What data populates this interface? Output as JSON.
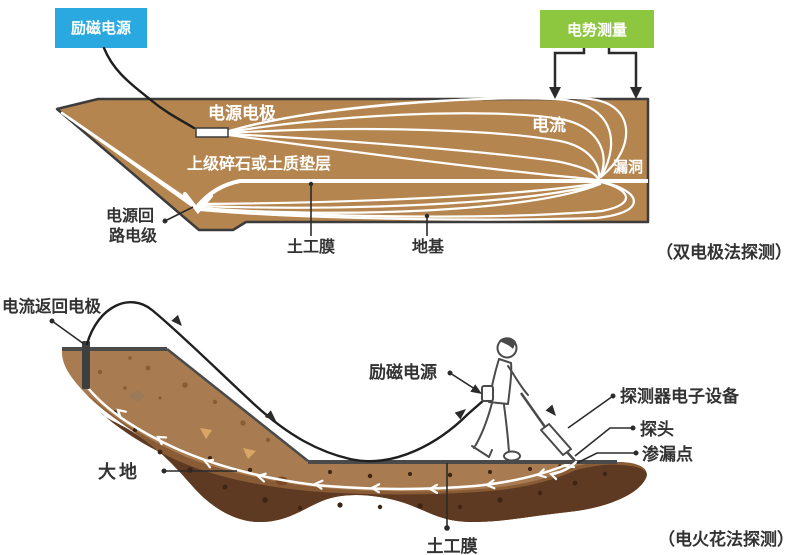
{
  "colors": {
    "blue_box": "#29A9E0",
    "green_box": "#8DC63F",
    "embankment": "#B5854F",
    "soil_light": "#A87C50",
    "soil_mid": "#8A5C36",
    "soil_dark": "#5E3A22",
    "outline": "#3C3C3C"
  },
  "top": {
    "box_excitation": "励磁电源",
    "box_potential": "电势测量",
    "label_power_electrode": "电源电极",
    "label_current": "电流",
    "label_cushion": "上级碎石或土质垫层",
    "label_leak": "漏洞",
    "label_return_line1": "电源回",
    "label_return_line2": "路电级",
    "label_geomembrane": "土工膜",
    "label_foundation": "地基",
    "caption": "（双电极法探测）"
  },
  "bottom": {
    "label_return_electrode": "电流返回电极",
    "label_excitation": "励磁电源",
    "label_detector": "探测器电子设备",
    "label_probe": "探头",
    "label_leak_point": "渗漏点",
    "label_earth": "大地",
    "label_geomembrane": "土工膜",
    "caption": "（电火花法探测）"
  }
}
